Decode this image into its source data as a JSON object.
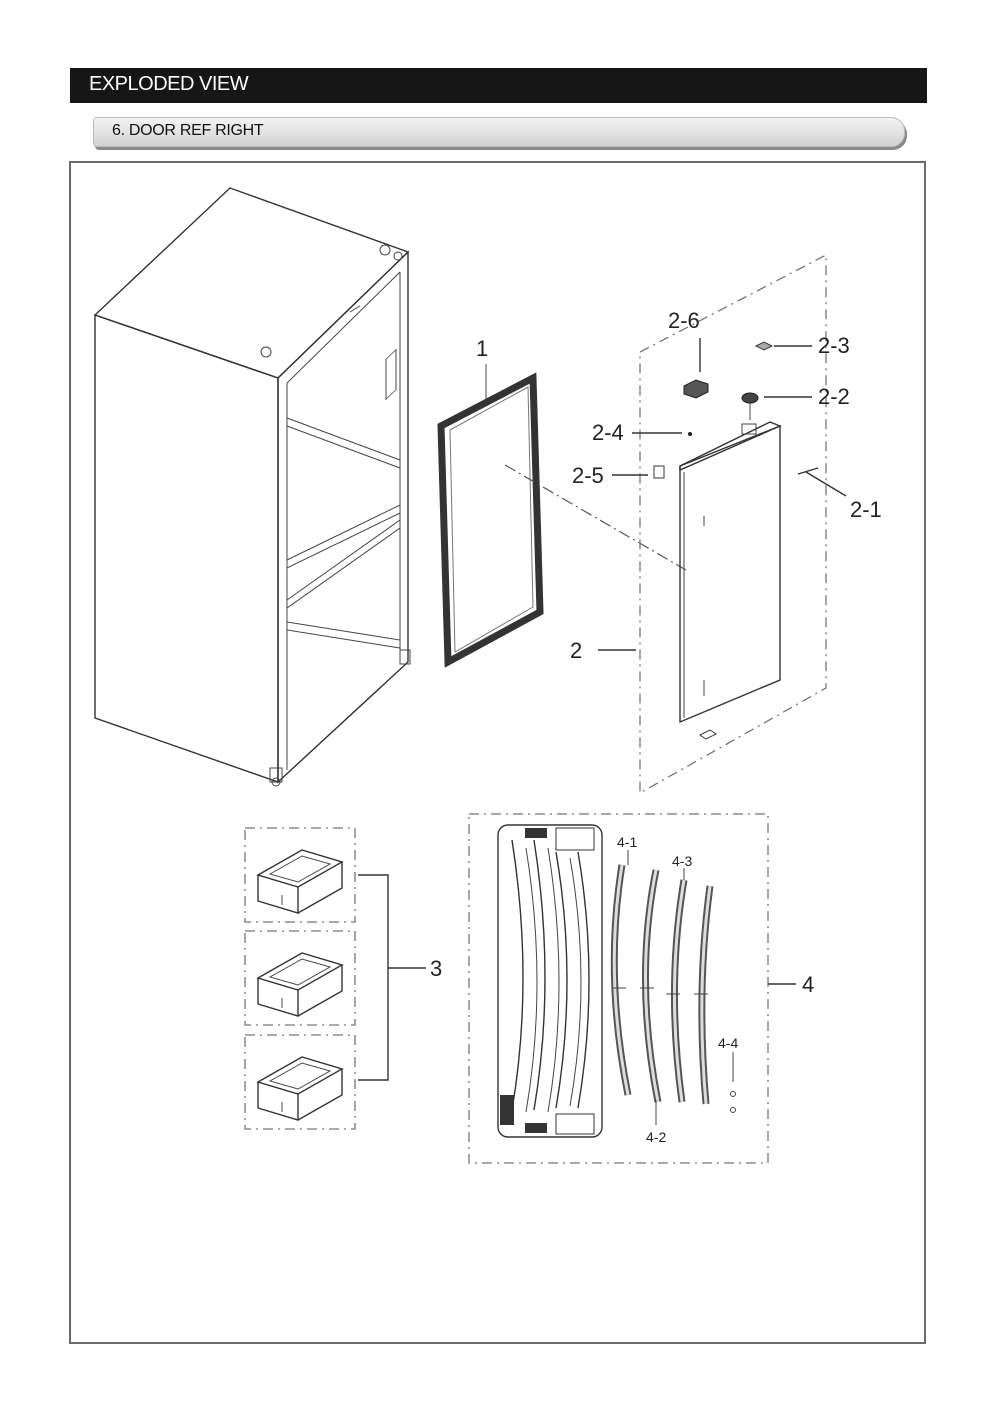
{
  "header": {
    "title": "EXPLODED VIEW"
  },
  "section": {
    "title": "6. DOOR REF RIGHT"
  },
  "callouts": {
    "c1": "1",
    "c2": "2",
    "c2_1": "2-1",
    "c2_2": "2-2",
    "c2_3": "2-3",
    "c2_4": "2-4",
    "c2_5": "2-5",
    "c2_6": "2-6",
    "c3": "3",
    "c4": "4",
    "c4_1": "4-1",
    "c4_2": "4-2",
    "c4_3": "4-3",
    "c4_4": "4-4"
  }
}
